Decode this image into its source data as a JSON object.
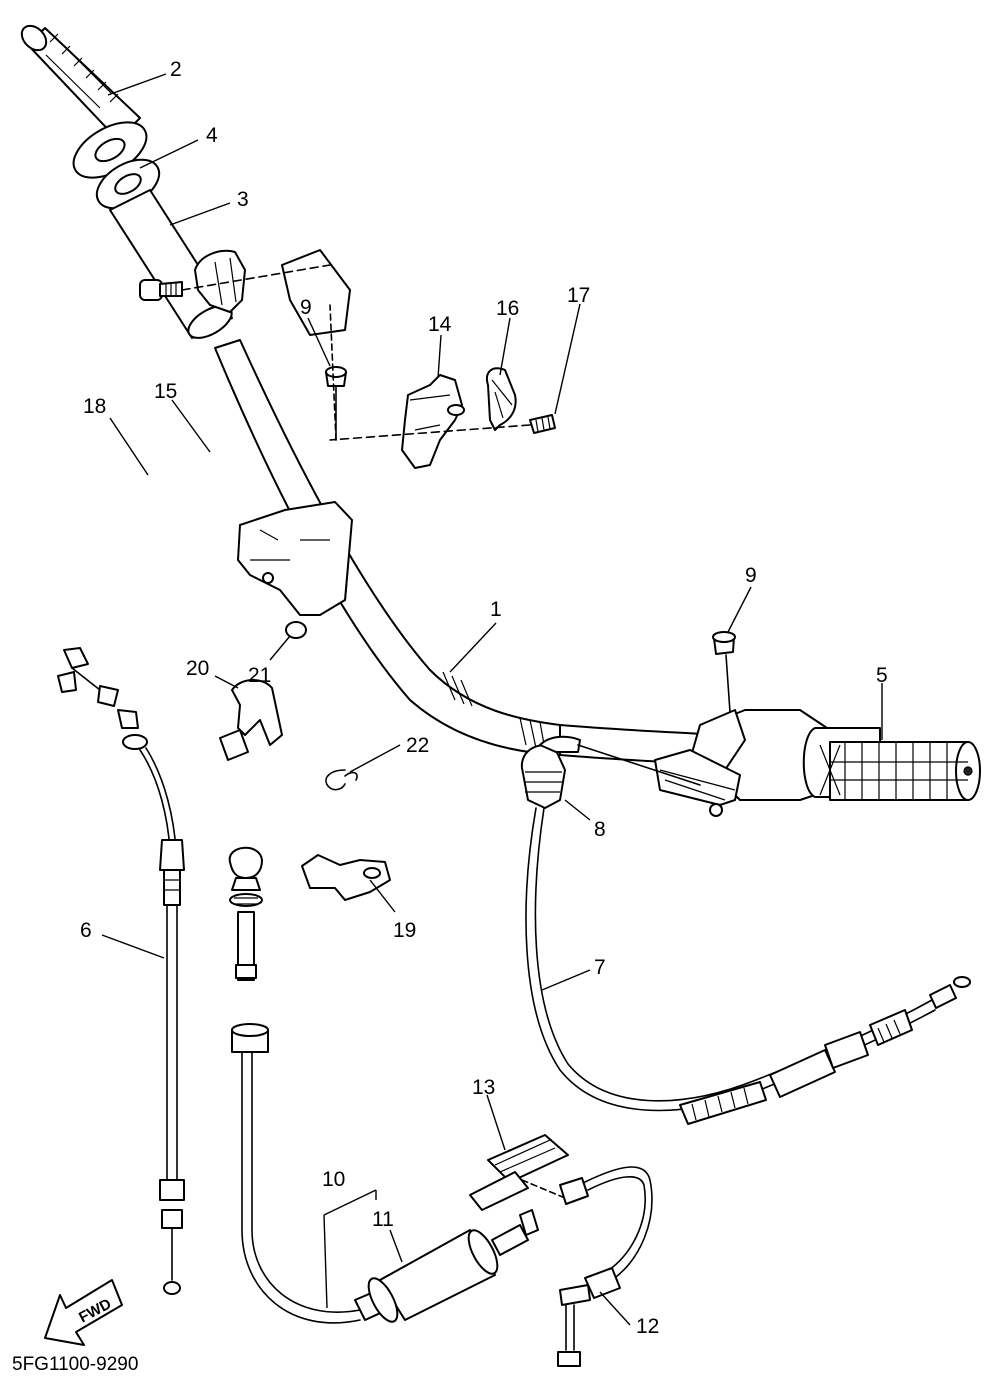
{
  "diagram": {
    "drawing_code": "5FG1100-9290",
    "fwd_label": "FWD",
    "callouts": [
      {
        "id": "c1",
        "label": "1"
      },
      {
        "id": "c2",
        "label": "2"
      },
      {
        "id": "c3",
        "label": "3"
      },
      {
        "id": "c4",
        "label": "4"
      },
      {
        "id": "c5",
        "label": "5"
      },
      {
        "id": "c6",
        "label": "6"
      },
      {
        "id": "c7",
        "label": "7"
      },
      {
        "id": "c8",
        "label": "8"
      },
      {
        "id": "c9a",
        "label": "9"
      },
      {
        "id": "c9b",
        "label": "9"
      },
      {
        "id": "c10",
        "label": "10"
      },
      {
        "id": "c11",
        "label": "11"
      },
      {
        "id": "c12",
        "label": "12"
      },
      {
        "id": "c13",
        "label": "13"
      },
      {
        "id": "c14",
        "label": "14"
      },
      {
        "id": "c15",
        "label": "15"
      },
      {
        "id": "c16",
        "label": "16"
      },
      {
        "id": "c17",
        "label": "17"
      },
      {
        "id": "c18",
        "label": "18"
      },
      {
        "id": "c19",
        "label": "19"
      },
      {
        "id": "c20",
        "label": "20"
      },
      {
        "id": "c21",
        "label": "21"
      },
      {
        "id": "c22",
        "label": "22"
      }
    ]
  }
}
